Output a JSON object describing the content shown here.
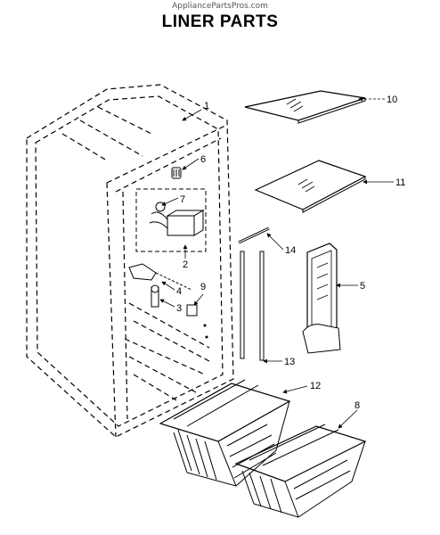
{
  "header": {
    "watermark": "AppliancePartsPros.com",
    "title": "LINER PARTS"
  },
  "callouts": {
    "c1": "1",
    "c2": "2",
    "c3": "3",
    "c4": "4",
    "c5": "5",
    "c6": "6",
    "c7": "7",
    "c8": "8",
    "c9": "9",
    "c10": "10",
    "c11": "11",
    "c12": "12",
    "c13": "13",
    "c14": "14"
  }
}
